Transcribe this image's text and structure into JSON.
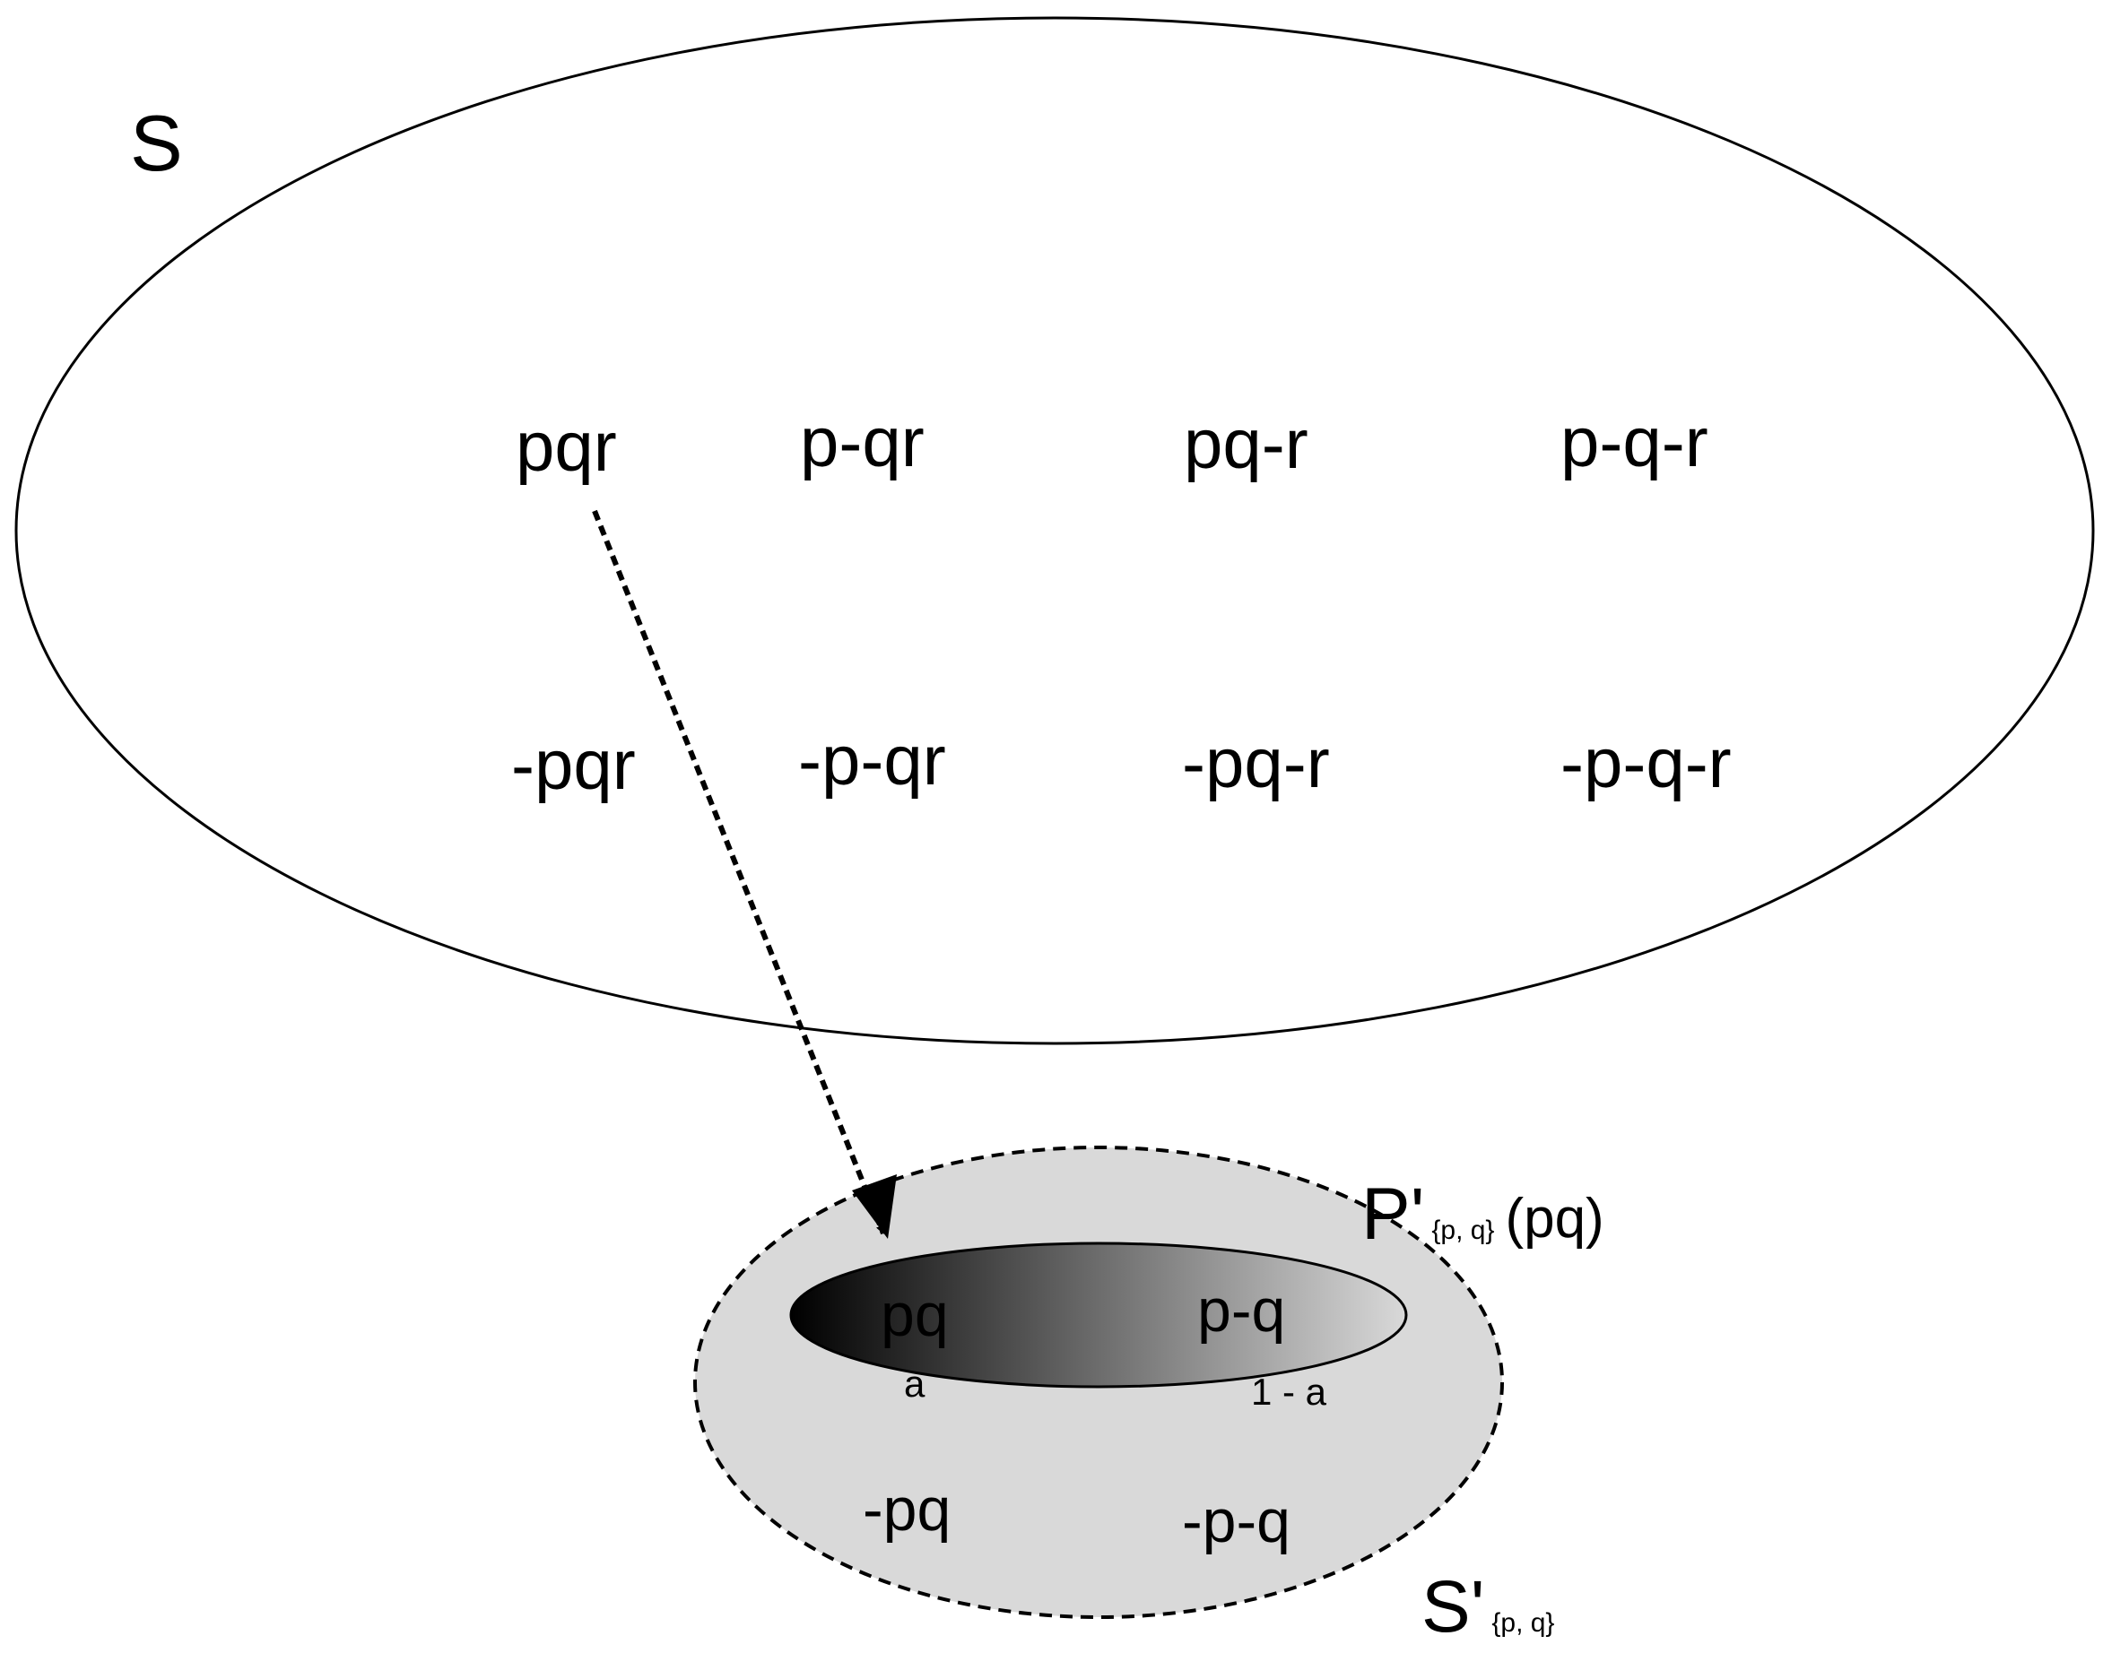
{
  "outer_set": {
    "label": "S",
    "states_row1": [
      "pqr",
      "p-qr",
      "pq-r",
      "p-q-r"
    ],
    "states_row2": [
      "-pqr",
      "-p-qr",
      "-pq-r",
      "-p-q-r"
    ]
  },
  "reduced_set": {
    "label_main": "S'",
    "label_sub": "{p, q}",
    "states_top": [
      "pq",
      "p-q"
    ],
    "weights": [
      "a",
      "1 - a"
    ],
    "states_bottom": [
      "-pq",
      "-p-q"
    ]
  },
  "image_label": {
    "main": "P'",
    "sub": "{p, q}",
    "arg": "(pq)"
  },
  "colors": {
    "stroke": "#000000",
    "reduced_fill": "#d9d9d9",
    "gradient_start": "#000000",
    "gradient_end": "#d9d9d9"
  }
}
